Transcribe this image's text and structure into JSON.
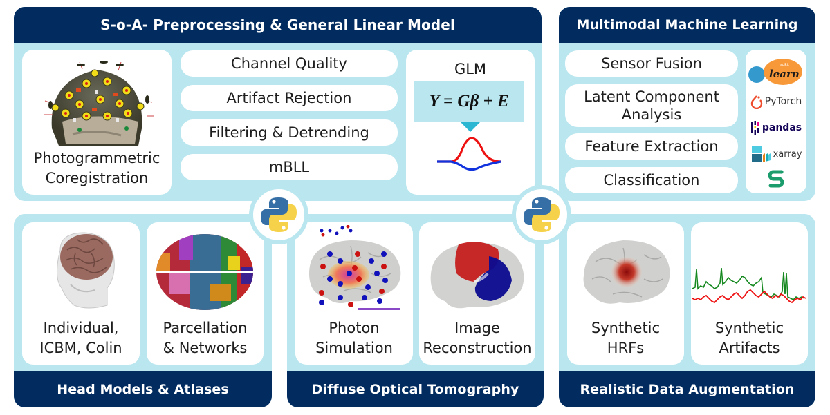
{
  "panels": {
    "preprocessing": {
      "title": "S-o-A- Preprocessing & General Linear Model",
      "coreg_caption": [
        "Photogrammetric",
        "Coregistration"
      ],
      "steps": [
        "Channel Quality",
        "Artifact Rejection",
        "Filtering & Detrending",
        "mBLL"
      ],
      "glm": {
        "label": "GLM",
        "equation": "Y = Gβ + E"
      }
    },
    "machine_learning": {
      "title": "Multimodal Machine Learning",
      "steps": [
        "Sensor Fusion",
        "Latent Component Analysis",
        "Feature Extraction",
        "Classification"
      ],
      "libraries": [
        {
          "name": "scikit-learn",
          "small": "scikit",
          "big": "learn"
        },
        {
          "name": "PyTorch",
          "label": "PyTorch"
        },
        {
          "name": "pandas",
          "label": "pandas"
        },
        {
          "name": "xarray",
          "label": "xarray"
        },
        {
          "name": "snakemake",
          "label": ""
        }
      ]
    },
    "head_models": {
      "title": "Head Models & Atlases",
      "cards": [
        {
          "caption": [
            "Individual,",
            "ICBM, Colin"
          ]
        },
        {
          "caption": [
            "Parcellation",
            "& Networks"
          ]
        }
      ]
    },
    "dot": {
      "title": "Diffuse Optical Tomography",
      "cards": [
        {
          "caption": [
            "Photon",
            "Simulation"
          ]
        },
        {
          "caption": [
            "Image",
            "Reconstruction"
          ]
        }
      ]
    },
    "augmentation": {
      "title": "Realistic Data Augmentation",
      "cards": [
        {
          "caption": [
            "Synthetic",
            "HRFs"
          ]
        },
        {
          "caption": [
            "Synthetic",
            "Artifacts"
          ]
        }
      ]
    }
  },
  "connectors": [
    {
      "icon": "python-logo-icon"
    },
    {
      "icon": "python-logo-icon"
    }
  ],
  "colors": {
    "navy": "#022c60",
    "panel_bg": "#b9e6ef",
    "card_bg": "#ffffff",
    "hbo_red": "#ee1111",
    "hbr_blue": "#1133dd",
    "glm_box": "#b9e6ef",
    "glm_arrow": "#2bb6d2"
  }
}
